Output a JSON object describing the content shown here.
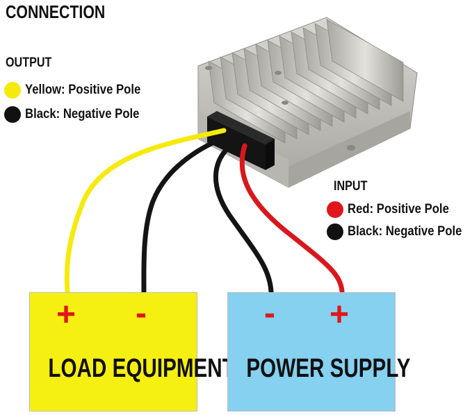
{
  "title": "CONNECTION",
  "output": {
    "heading": "OUTPUT",
    "items": [
      {
        "color": "#f5ea0c",
        "label": "Yellow: Positive Pole"
      },
      {
        "color": "#111111",
        "label": "Black: Negative Pole"
      }
    ]
  },
  "input": {
    "heading": "INPUT",
    "items": [
      {
        "color": "#e0161b",
        "label": "Red: Positive Pole"
      },
      {
        "color": "#111111",
        "label": "Black: Negative Pole"
      }
    ]
  },
  "load_box": {
    "label": "LOAD EQUIPMENT",
    "plus": "+",
    "minus": "-",
    "color": "#f6ef12"
  },
  "power_box": {
    "label": "POWER SUPPLY",
    "minus": "-",
    "plus": "+",
    "color": "#86d0f0"
  },
  "colors": {
    "sign_red": "#e0161b",
    "wire_yellow": "#f5ea0c",
    "wire_black": "#141414",
    "wire_red": "#d8181c",
    "housing": "#c9c7c2"
  }
}
